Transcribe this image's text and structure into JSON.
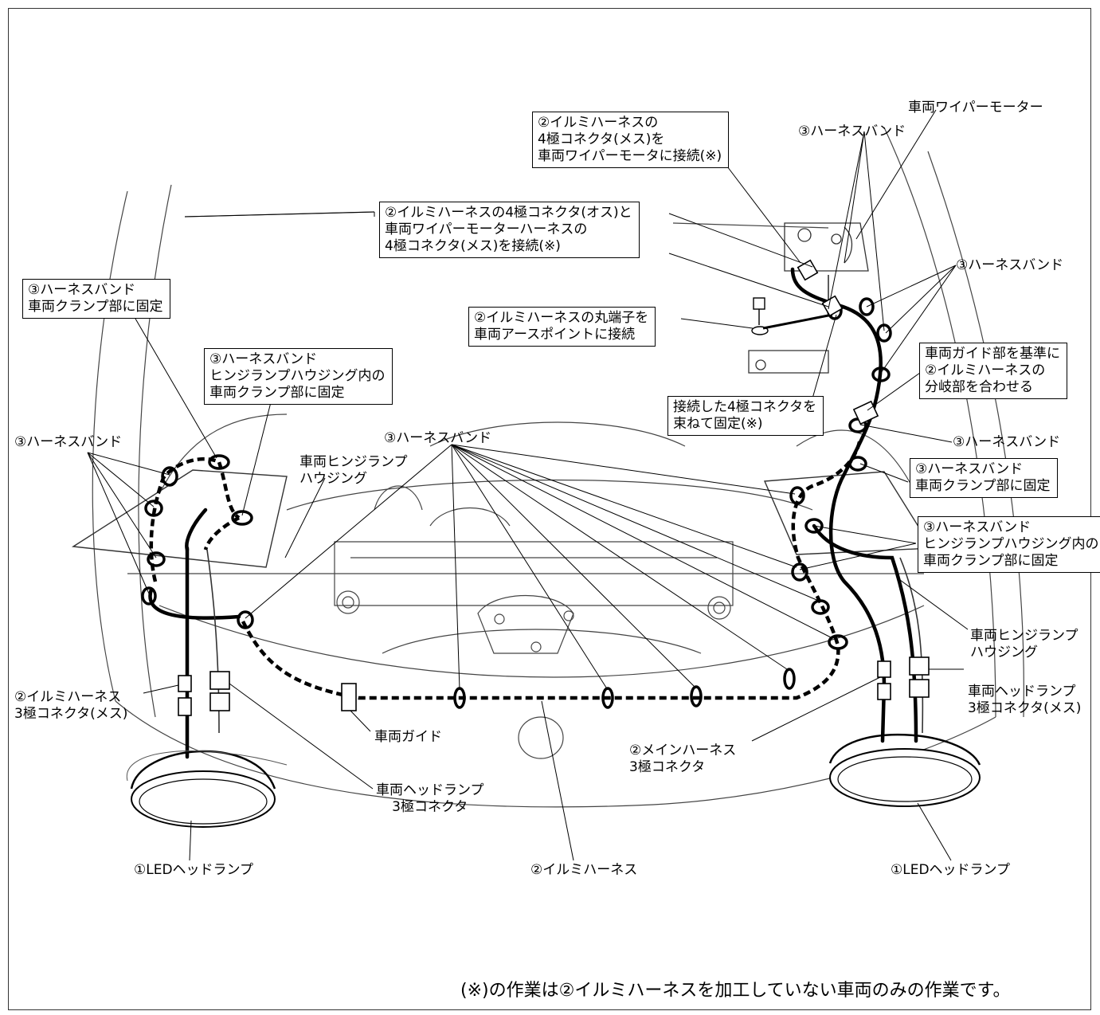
{
  "callouts": {
    "wiper_motor": "車両ワイパーモーター",
    "band_top": "③ハーネスバンド",
    "connect_4pin_wiper": "②イルミハーネスの\n4極コネクタ(メス)を\n車両ワイパーモータに接続(※)",
    "connect_4pin_harness": "②イルミハーネスの4極コネクタ(オス)と\n車両ワイパーモーターハーネスの\n4極コネクタ(メス)を接続(※)",
    "band_clamp_left": "③ハーネスバンド\n車両クランプ部に固定",
    "ground": "②イルミハーネスの丸端子を\n車両アースポイントに接続",
    "band_right_top": "③ハーネスバンド",
    "band_hinge_left": "③ハーネスバンド\nヒンジランプハウジング内の\n車両クランプ部に固定",
    "guide_branch": "車両ガイド部を基準に\n②イルミハーネスの\n分岐部を合わせる",
    "bundle_4pin": "接続した4極コネクタを\n束ねて固定(※)",
    "band_left": "③ハーネスバンド",
    "band_center": "③ハーネスバンド",
    "hinge_housing_left": "車両ヒンジランプ\nハウジング",
    "band_right_mid": "③ハーネスバンド",
    "band_clamp_right": "③ハーネスバンド\n車両クランプ部に固定",
    "band_hinge_right": "③ハーネスバンド\nヒンジランプハウジング内の\n車両クランプ部に固定",
    "hinge_housing_right": "車両ヒンジランプ\nハウジング",
    "illumi_3pin_female": "②イルミハーネス\n3極コネクタ(メス)",
    "head_3pin_female": "車両ヘッドランプ\n3極コネクタ(メス)",
    "vehicle_guide": "車両ガイド",
    "main_3pin": "②メインハーネス\n3極コネクタ",
    "head_3pin": "車両ヘッドランプ\n3極コネクタ",
    "led_left": "①LEDヘッドランプ",
    "illumi_harness": "②イルミハーネス",
    "led_right": "①LEDヘッドランプ"
  },
  "footnote": "(※)の作業は②イルミハーネスを加工していない車両のみの作業です。"
}
